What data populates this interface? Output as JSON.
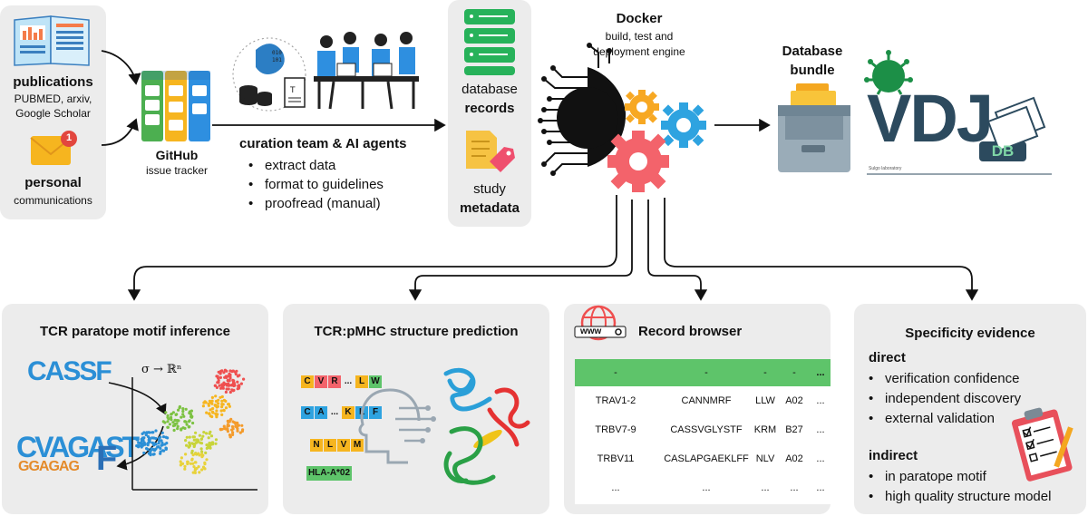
{
  "sources": {
    "publications_title": "publications",
    "publications_sub1": "PUBMED, arxiv,",
    "publications_sub2": "Google Scholar",
    "personal_title": "personal",
    "personal_sub": "communications",
    "notification_count": "1"
  },
  "github": {
    "title": "GitHub",
    "sub": "issue tracker"
  },
  "curation": {
    "title": "curation team & AI agents",
    "items": [
      "extract data",
      "format to guidelines",
      "proofread (manual)"
    ]
  },
  "records_panel": {
    "db_line1": "database",
    "db_line2": "records",
    "study_line1": "study",
    "study_line2": "metadata"
  },
  "docker": {
    "title": "Docker",
    "sub1": "build, test and",
    "sub2": "deployment engine"
  },
  "bundle": {
    "title1": "Database",
    "title2": "bundle"
  },
  "vdjdb": {
    "logo_text": "VDJ",
    "badge": "DB",
    "small": "Sulgo laboratory"
  },
  "motif": {
    "title": "TCR paratope motif inference",
    "seq": "CASSF",
    "logo_top": "CVAGAST",
    "logo_bottom": "GGAGAG",
    "logo_end": "F",
    "mapping": "σ → ℝⁿ"
  },
  "structure": {
    "title": "TCR:pMHC structure prediction",
    "row1": [
      "C",
      "V",
      "R",
      "...",
      "L",
      "W"
    ],
    "row2": [
      "C",
      "A",
      "...",
      "K",
      "L",
      "F"
    ],
    "row3": [
      "N",
      "L",
      "V",
      "M"
    ],
    "hla": "HLA-A*02"
  },
  "browser": {
    "title": "Record browser",
    "www": "www",
    "header": [
      "-",
      "-",
      "-",
      "-",
      "..."
    ],
    "rows": [
      [
        "TRAV1-2",
        "CANNMRF",
        "LLW",
        "A02",
        "..."
      ],
      [
        "TRBV7-9",
        "CASSVGLYSTF",
        "KRM",
        "B27",
        "..."
      ],
      [
        "TRBV11",
        "CASLAPGAEKLFF",
        "NLV",
        "A02",
        "..."
      ],
      [
        "...",
        "...",
        "...",
        "...",
        "..."
      ]
    ]
  },
  "specificity": {
    "title": "Specificity evidence",
    "direct_title": "direct",
    "direct": [
      "verification confidence",
      "independent discovery",
      "external validation"
    ],
    "indirect_title": "indirect",
    "indirect": [
      "in paratope motif",
      "high quality structure model"
    ]
  },
  "colors": {
    "green": "#5ec46a",
    "gear_orange": "#f7a823",
    "gear_blue": "#2ea3e0",
    "gear_red": "#f3636b",
    "navy": "#2c4a5e"
  }
}
